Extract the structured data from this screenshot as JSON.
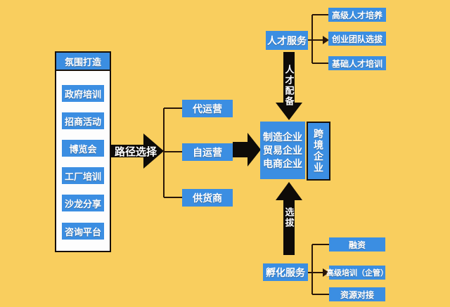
{
  "colors": {
    "background": "#F9CE5E",
    "box_blue": "#3B8EE2",
    "text_white": "#FFFFFF",
    "line_dark": "#2A1708",
    "arrow_black": "#0E0B08",
    "panel_white": "#FDFDFD"
  },
  "left_panel": {
    "header": "氛围打造",
    "items": [
      "政府培训",
      "招商活动",
      "博览会",
      "工厂培训",
      "沙龙分享",
      "咨询平台"
    ]
  },
  "path_arrow": {
    "label": "路径选择"
  },
  "modes": {
    "items": [
      "代运营",
      "自运营",
      "供货商"
    ]
  },
  "core": {
    "lines": [
      "制造企业",
      "贸易企业",
      "电商企业"
    ],
    "side_label": "跨境企业"
  },
  "talent": {
    "label": "人才服务",
    "arrow_label": "人才配备",
    "items": [
      "高级人才培养",
      "创业团队选拔",
      "基础人才培训"
    ]
  },
  "incubation": {
    "label": "孵化服务",
    "arrow_label": "选拔",
    "items": [
      "融资",
      "高级培训（企管）",
      "资源对接"
    ]
  }
}
